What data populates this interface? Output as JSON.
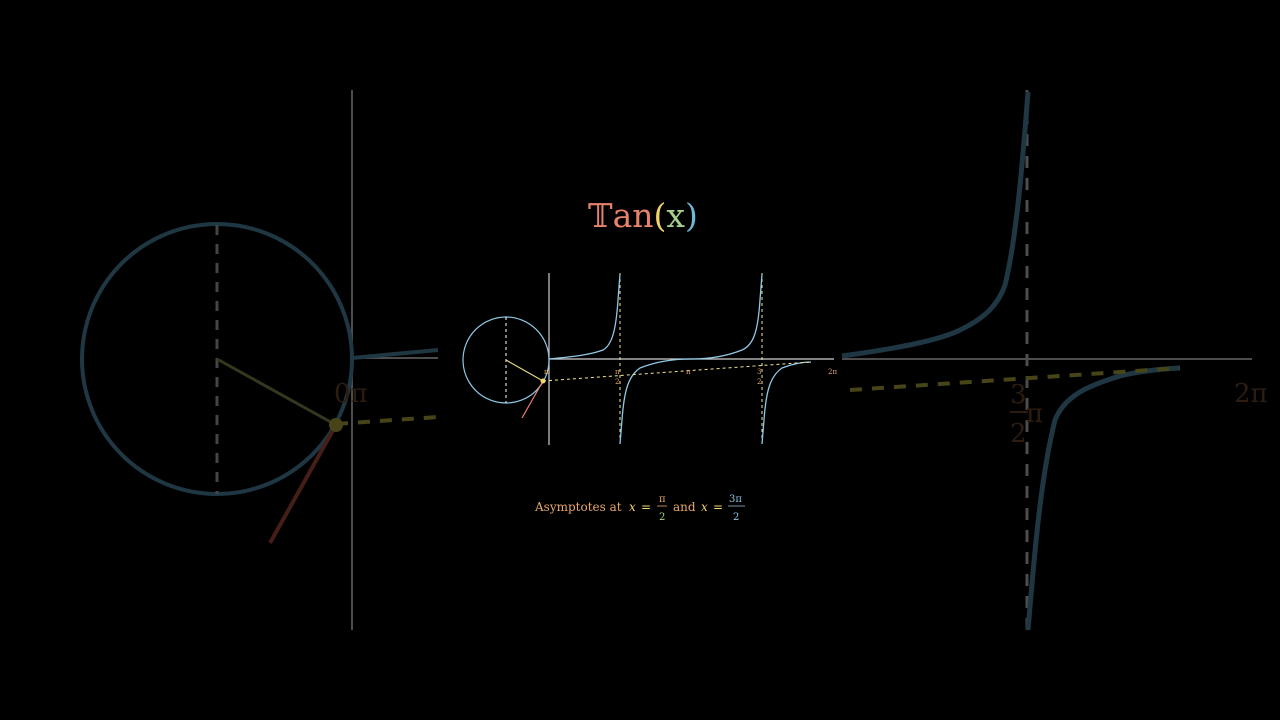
{
  "title": {
    "T": "𝕋",
    "an": "an",
    "open_paren": "(",
    "x": "x",
    "close_paren": ")"
  },
  "caption": {
    "prefix": "Asymptotes at",
    "var1": "x",
    "eq1": "=",
    "frac1_num": "π",
    "frac1_den": "2",
    "and": "and",
    "var2": "x",
    "eq2": "=",
    "frac2_num": "3π",
    "frac2_den": "2"
  },
  "small_ticks": {
    "zero": "π",
    "half_num": "π",
    "half_den": "2",
    "pi": "π",
    "three_half_num": "3",
    "three_half_den": "2",
    "two_pi": "2π"
  },
  "bg_ticks": {
    "left_zero": "0π",
    "right_three": "3",
    "right_two": "2",
    "right_pi": "π",
    "right_two_pi": "2π"
  },
  "colors": {
    "background": "#000000",
    "circle": "#8ec9e6",
    "curve": "#8ec9e6",
    "asymptote": "#f2e6a0",
    "axis": "#ffffff",
    "radius": "#e0d872",
    "tangent_line": "#e8826b",
    "projection": "#f2e98a",
    "tick_label": "#e8a86b",
    "bg_blur": "#3e6f86"
  },
  "chart_data": {
    "type": "line",
    "function": "tan(x)",
    "x_ticks": [
      "0π",
      "π/2",
      "π",
      "3π/2",
      "2π"
    ],
    "asymptotes_x": [
      "π/2",
      "3π/2"
    ],
    "x_range": [
      0,
      6.2832
    ],
    "y_range": [
      -5,
      5
    ]
  }
}
